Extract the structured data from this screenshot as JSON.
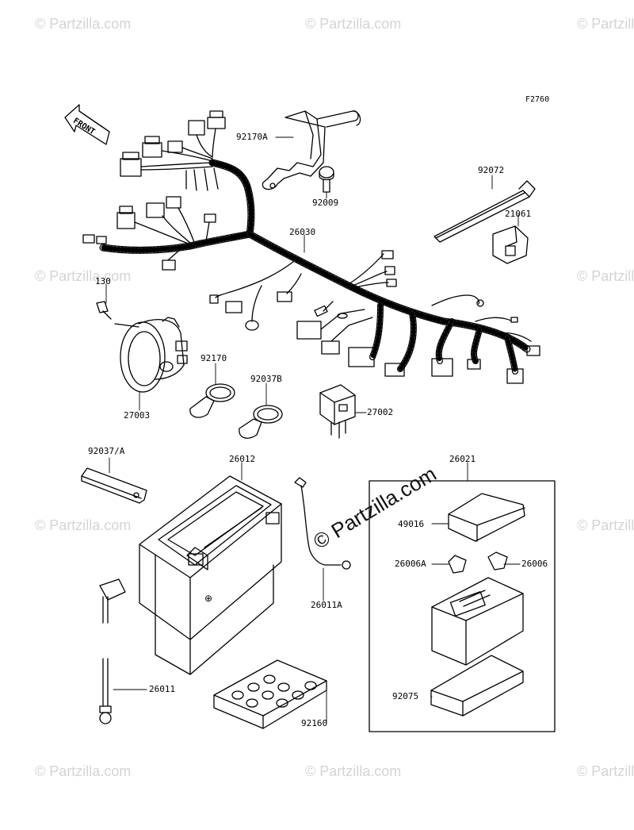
{
  "figure_code": "F2760",
  "front_label": "FRONT",
  "watermark": "© Partzilla.com",
  "parts": {
    "p92170A": "92170A",
    "p92009": "92009",
    "p92072": "92072",
    "p21061": "21061",
    "p26030": "26030",
    "p130": "130",
    "p92170": "92170",
    "p92037B": "92037B",
    "p27003": "27003",
    "p27002": "27002",
    "p92037A": "92037/A",
    "p26012": "26012",
    "p26021": "26021",
    "p49016": "49016",
    "p26006A": "26006A",
    "p26006": "26006",
    "p26011A": "26011A",
    "p26011": "26011",
    "p92075": "92075",
    "p92160": "92160"
  }
}
